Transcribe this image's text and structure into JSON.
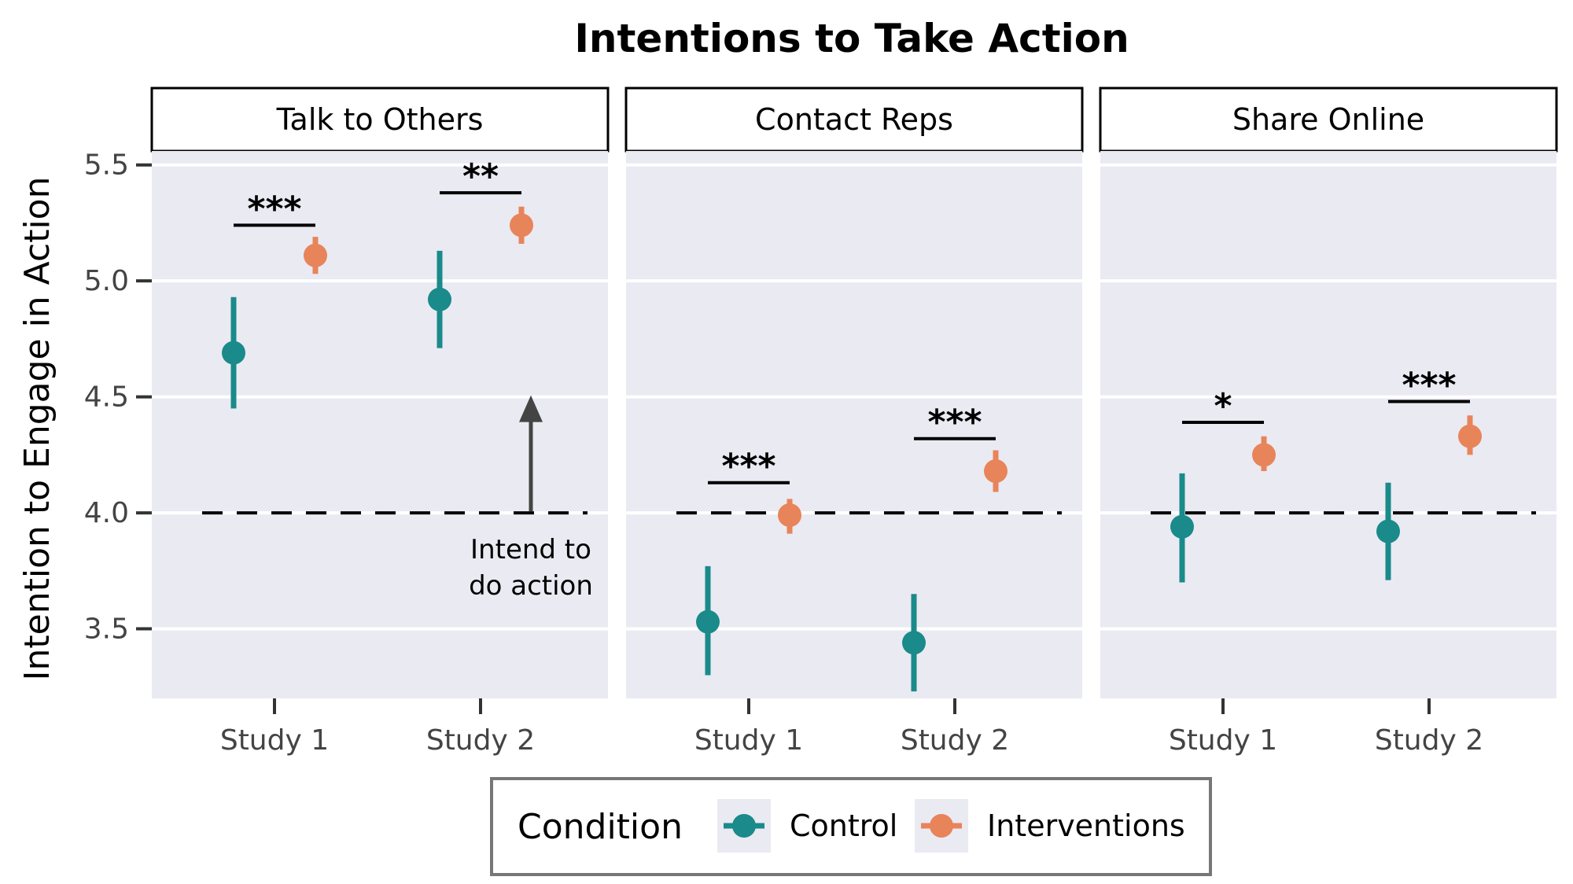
{
  "chart_data": {
    "type": "scatter",
    "title": "Intentions to Take Action",
    "ylabel": "Intention to Engage in Action",
    "xlabel": "",
    "ylim": [
      3.2,
      5.56
    ],
    "yticks": [
      3.5,
      4.0,
      4.5,
      5.0,
      5.5
    ],
    "ytick_labels": [
      "3.5",
      "4.0",
      "4.5",
      "5.0",
      "5.5"
    ],
    "categories": [
      "Study 1",
      "Study 2"
    ],
    "reference_line": {
      "y": 4.0,
      "style": "dashed"
    },
    "colors": {
      "Control": "#1a8a8a",
      "Interventions": "#e8845a"
    },
    "panels": [
      {
        "label": "Talk to Others",
        "series": [
          {
            "name": "Control",
            "points": [
              {
                "x": "Study 1",
                "y": 4.69,
                "low": 4.45,
                "high": 4.93
              },
              {
                "x": "Study 2",
                "y": 4.92,
                "low": 4.71,
                "high": 5.13
              }
            ]
          },
          {
            "name": "Interventions",
            "points": [
              {
                "x": "Study 1",
                "y": 5.11,
                "low": 5.03,
                "high": 5.19
              },
              {
                "x": "Study 2",
                "y": 5.24,
                "low": 5.16,
                "high": 5.32
              }
            ]
          }
        ],
        "significance": [
          {
            "x": "Study 1",
            "label": "***",
            "y": 5.24
          },
          {
            "x": "Study 2",
            "label": "**",
            "y": 5.38
          }
        ],
        "annotation": {
          "text_lines": [
            "Intend to",
            "do action"
          ],
          "arrow_from": 4.0,
          "arrow_to": 4.5
        }
      },
      {
        "label": "Contact Reps",
        "series": [
          {
            "name": "Control",
            "points": [
              {
                "x": "Study 1",
                "y": 3.53,
                "low": 3.3,
                "high": 3.77
              },
              {
                "x": "Study 2",
                "y": 3.44,
                "low": 3.23,
                "high": 3.65
              }
            ]
          },
          {
            "name": "Interventions",
            "points": [
              {
                "x": "Study 1",
                "y": 3.99,
                "low": 3.91,
                "high": 4.06
              },
              {
                "x": "Study 2",
                "y": 4.18,
                "low": 4.09,
                "high": 4.27
              }
            ]
          }
        ],
        "significance": [
          {
            "x": "Study 1",
            "label": "***",
            "y": 4.13
          },
          {
            "x": "Study 2",
            "label": "***",
            "y": 4.32
          }
        ]
      },
      {
        "label": "Share Online",
        "series": [
          {
            "name": "Control",
            "points": [
              {
                "x": "Study 1",
                "y": 3.94,
                "low": 3.7,
                "high": 4.17
              },
              {
                "x": "Study 2",
                "y": 3.92,
                "low": 3.71,
                "high": 4.13
              }
            ]
          },
          {
            "name": "Interventions",
            "points": [
              {
                "x": "Study 1",
                "y": 4.25,
                "low": 4.18,
                "high": 4.33
              },
              {
                "x": "Study 2",
                "y": 4.33,
                "low": 4.25,
                "high": 4.42
              }
            ]
          }
        ],
        "significance": [
          {
            "x": "Study 1",
            "label": "*",
            "y": 4.39
          },
          {
            "x": "Study 2",
            "label": "***",
            "y": 4.48
          }
        ]
      }
    ],
    "legend": {
      "title": "Condition",
      "position": "bottom",
      "entries": [
        "Control",
        "Interventions"
      ]
    }
  }
}
